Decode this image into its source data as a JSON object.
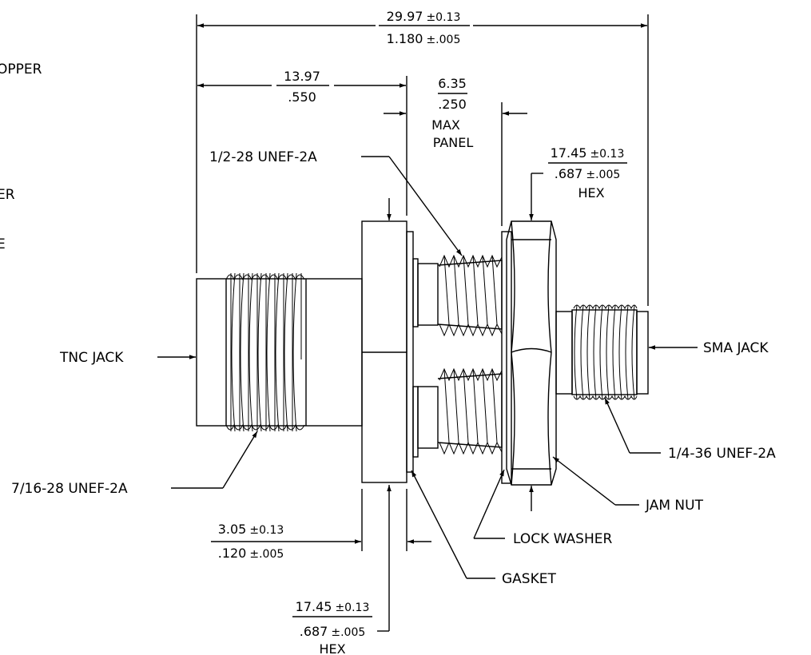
{
  "dimensions": {
    "overall": {
      "mm": "29.97",
      "mm_tol": "±0.13",
      "in": "1.180",
      "in_tol": "±.005"
    },
    "tnc_length": {
      "mm": "13.97",
      "in": ".550"
    },
    "max_panel": {
      "mm": "6.35",
      "in": ".250",
      "label1": "MAX",
      "label2": "PANEL"
    },
    "jam_hex": {
      "mm": "17.45",
      "mm_tol": "±0.13",
      "in": ".687",
      "in_tol": "±.005",
      "label": "HEX"
    },
    "flange": {
      "mm": "3.05",
      "mm_tol": "±0.13",
      "in": ".120",
      "in_tol": "±.005"
    },
    "body_hex": {
      "mm": "17.45",
      "mm_tol": "±0.13",
      "in": ".687",
      "in_tol": "±.005",
      "label": "HEX"
    }
  },
  "callouts": {
    "panel_thread": "1/2-28 UNEF-2A",
    "tnc_jack": "TNC JACK",
    "sma_jack": "SMA JACK",
    "tnc_thread": "7/16-28 UNEF-2A",
    "sma_thread": "1/4-36 UNEF-2A",
    "jam_nut": "JAM NUT",
    "lock_washer": "LOCK WASHER",
    "gasket": "GASKET"
  },
  "notes_partial": [
    "OPPER",
    "ER",
    "E"
  ]
}
